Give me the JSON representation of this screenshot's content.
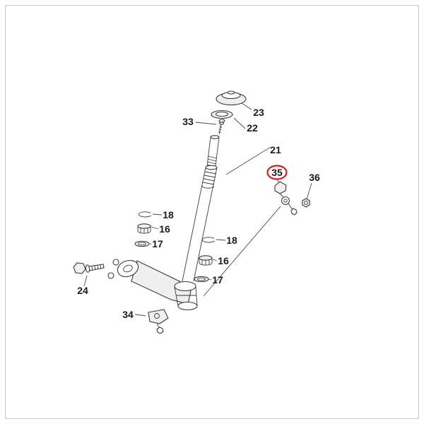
{
  "figure": {
    "kind": "exploded-parts-diagram",
    "subject": "steering-stem-and-under-bracket",
    "background_color": "#ffffff",
    "frame_color": "#c9c9c9",
    "line_color": "#3a3a3a",
    "highlight": {
      "part": "35",
      "color": "#c9201d",
      "shape": "ellipse-outline"
    },
    "parts": [
      {
        "id": "23",
        "label": "23",
        "highlighted": false
      },
      {
        "id": "22",
        "label": "22",
        "highlighted": false
      },
      {
        "id": "33",
        "label": "33",
        "highlighted": false
      },
      {
        "id": "21",
        "label": "21",
        "highlighted": false
      },
      {
        "id": "35",
        "label": "35",
        "highlighted": true
      },
      {
        "id": "36",
        "label": "36",
        "highlighted": false
      },
      {
        "id": "18a",
        "label": "18",
        "highlighted": false
      },
      {
        "id": "16a",
        "label": "16",
        "highlighted": false
      },
      {
        "id": "17a",
        "label": "17",
        "highlighted": false
      },
      {
        "id": "18b",
        "label": "18",
        "highlighted": false
      },
      {
        "id": "16b",
        "label": "16",
        "highlighted": false
      },
      {
        "id": "17b",
        "label": "17",
        "highlighted": false
      },
      {
        "id": "24",
        "label": "24",
        "highlighted": false
      },
      {
        "id": "34",
        "label": "34",
        "highlighted": false
      }
    ]
  }
}
